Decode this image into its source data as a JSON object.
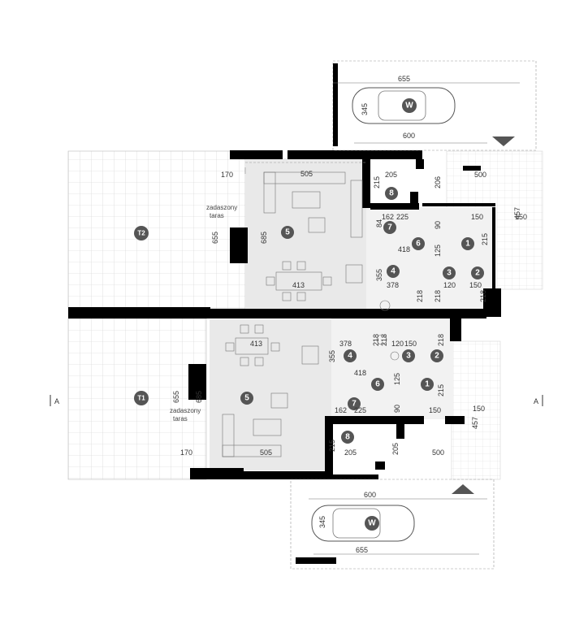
{
  "units": {
    "upper": {
      "rooms": {
        "r1": "1",
        "r2": "2",
        "r3": "3",
        "r4": "4",
        "r5": "5",
        "r6": "6",
        "r7": "7",
        "r8": "8"
      },
      "terrace": {
        "label": "T2",
        "covered_line1": "zadaszony",
        "covered_line2": "taras"
      },
      "dims": {
        "d505": "505",
        "d685": "685",
        "d413": "413",
        "d655": "655",
        "d170": "170",
        "d205": "205",
        "d215": "215",
        "d206": "206",
        "d500": "500",
        "d457": "457",
        "d150a": "150",
        "d150b": "150",
        "d162": "162",
        "d225": "225",
        "d90": "90",
        "d84": "84",
        "d418": "418",
        "d125": "125",
        "d215b": "215",
        "d355": "355",
        "d378": "378",
        "d120": "120",
        "d150c": "150",
        "d218a": "218",
        "d218b": "218",
        "d218c": "218"
      },
      "garage": {
        "w": "655",
        "d600": "600",
        "d345": "345",
        "badge": "W"
      }
    },
    "lower": {
      "rooms": {
        "r1": "1",
        "r2": "2",
        "r3": "3",
        "r4": "4",
        "r5": "5",
        "r6": "6",
        "r7": "7",
        "r8": "8"
      },
      "terrace": {
        "label": "T1",
        "covered_line1": "zadaszony",
        "covered_line2": "taras"
      },
      "dims": {
        "d505": "505",
        "d685": "685",
        "d413": "413",
        "d655": "655",
        "d170": "170",
        "d205a": "205",
        "d215": "215",
        "d205b": "205",
        "d500": "500",
        "d457": "457",
        "d150a": "150",
        "d150b": "150",
        "d162": "162",
        "d225": "225",
        "d90": "90",
        "d418": "418",
        "d125": "125",
        "d215b": "215",
        "d355": "355",
        "d378": "378",
        "d120": "120",
        "d150c": "150",
        "d218a": "218",
        "d218b": "218",
        "d218c": "218"
      },
      "garage": {
        "w": "655",
        "d600": "600",
        "d345": "345",
        "badge": "W"
      }
    }
  },
  "section": {
    "left": "A",
    "right": "A"
  }
}
